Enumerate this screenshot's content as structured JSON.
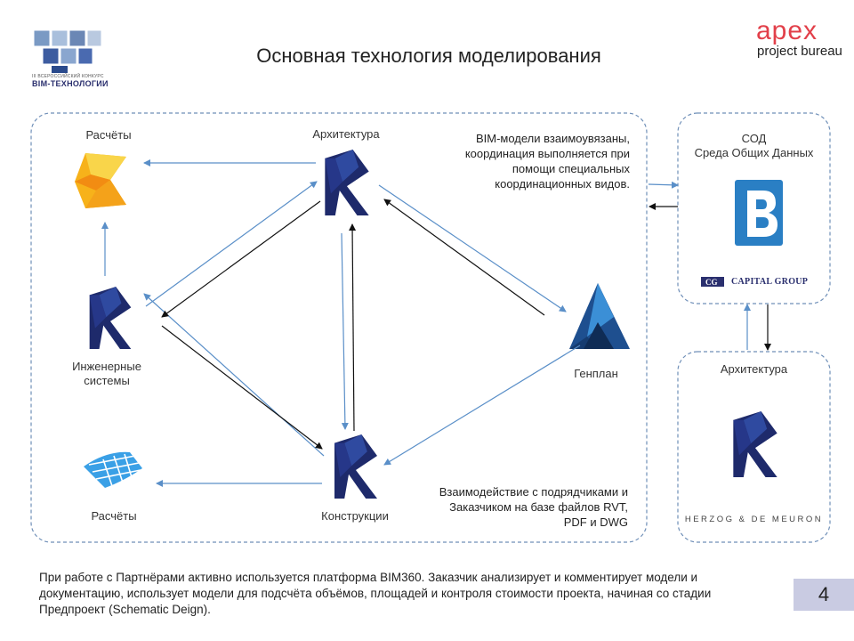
{
  "header": {
    "title": "Основная технология моделирования",
    "bim_logo": {
      "line1": "III ВСЕРОССИЙСКИЙ КОНКУРС",
      "line2": "BIM-ТЕХНОЛОГИИ"
    },
    "apex_logo": {
      "name": "apex",
      "sub": "project bureau"
    }
  },
  "nodes": {
    "calc_top": "Расчёты",
    "architecture": "Архитектура",
    "engineering": "Инженерные системы",
    "genplan": "Генплан",
    "calc_bottom": "Расчёты",
    "structures": "Конструкции"
  },
  "notes": {
    "linked_models": "BIM-модели взаимоувязаны, координация выполняется при помощи специальных координационных видов.",
    "interaction": "Взаимодействие с подрядчиками и Заказчиком на базе файлов RVT, PDF и DWG"
  },
  "cde": {
    "label_line1": "СОД",
    "label_line2": "Среда Общих Данных",
    "capital_group": "CAPITAL GROUP"
  },
  "partner": {
    "label": "Архитектура",
    "firm": "HERZOG & DE MEURON"
  },
  "footer": {
    "text": "При работе с Партнёрами активно используется платформа BIM360. Заказчик анализирует и комментирует модели и документацию, использует модели для подсчёта объёмов, площадей и контроля стоимости проекта, начиная со стадии Предпроект (Schematic Deign).",
    "page_number": "4"
  },
  "colors": {
    "arrow_blue": "#5a8fc8",
    "arrow_black": "#111111",
    "dashed_border": "#6f8fb8",
    "revit_dark": "#1e2a6b",
    "revit_mid": "#2f4aa0",
    "apex_red": "#e2404a",
    "page_box": "#c9cbe2"
  },
  "icons": [
    "bim-logo-icon",
    "revit-icon",
    "robot-structural-icon",
    "fabric-icon",
    "autocad-civil-icon",
    "bim360-icon"
  ]
}
